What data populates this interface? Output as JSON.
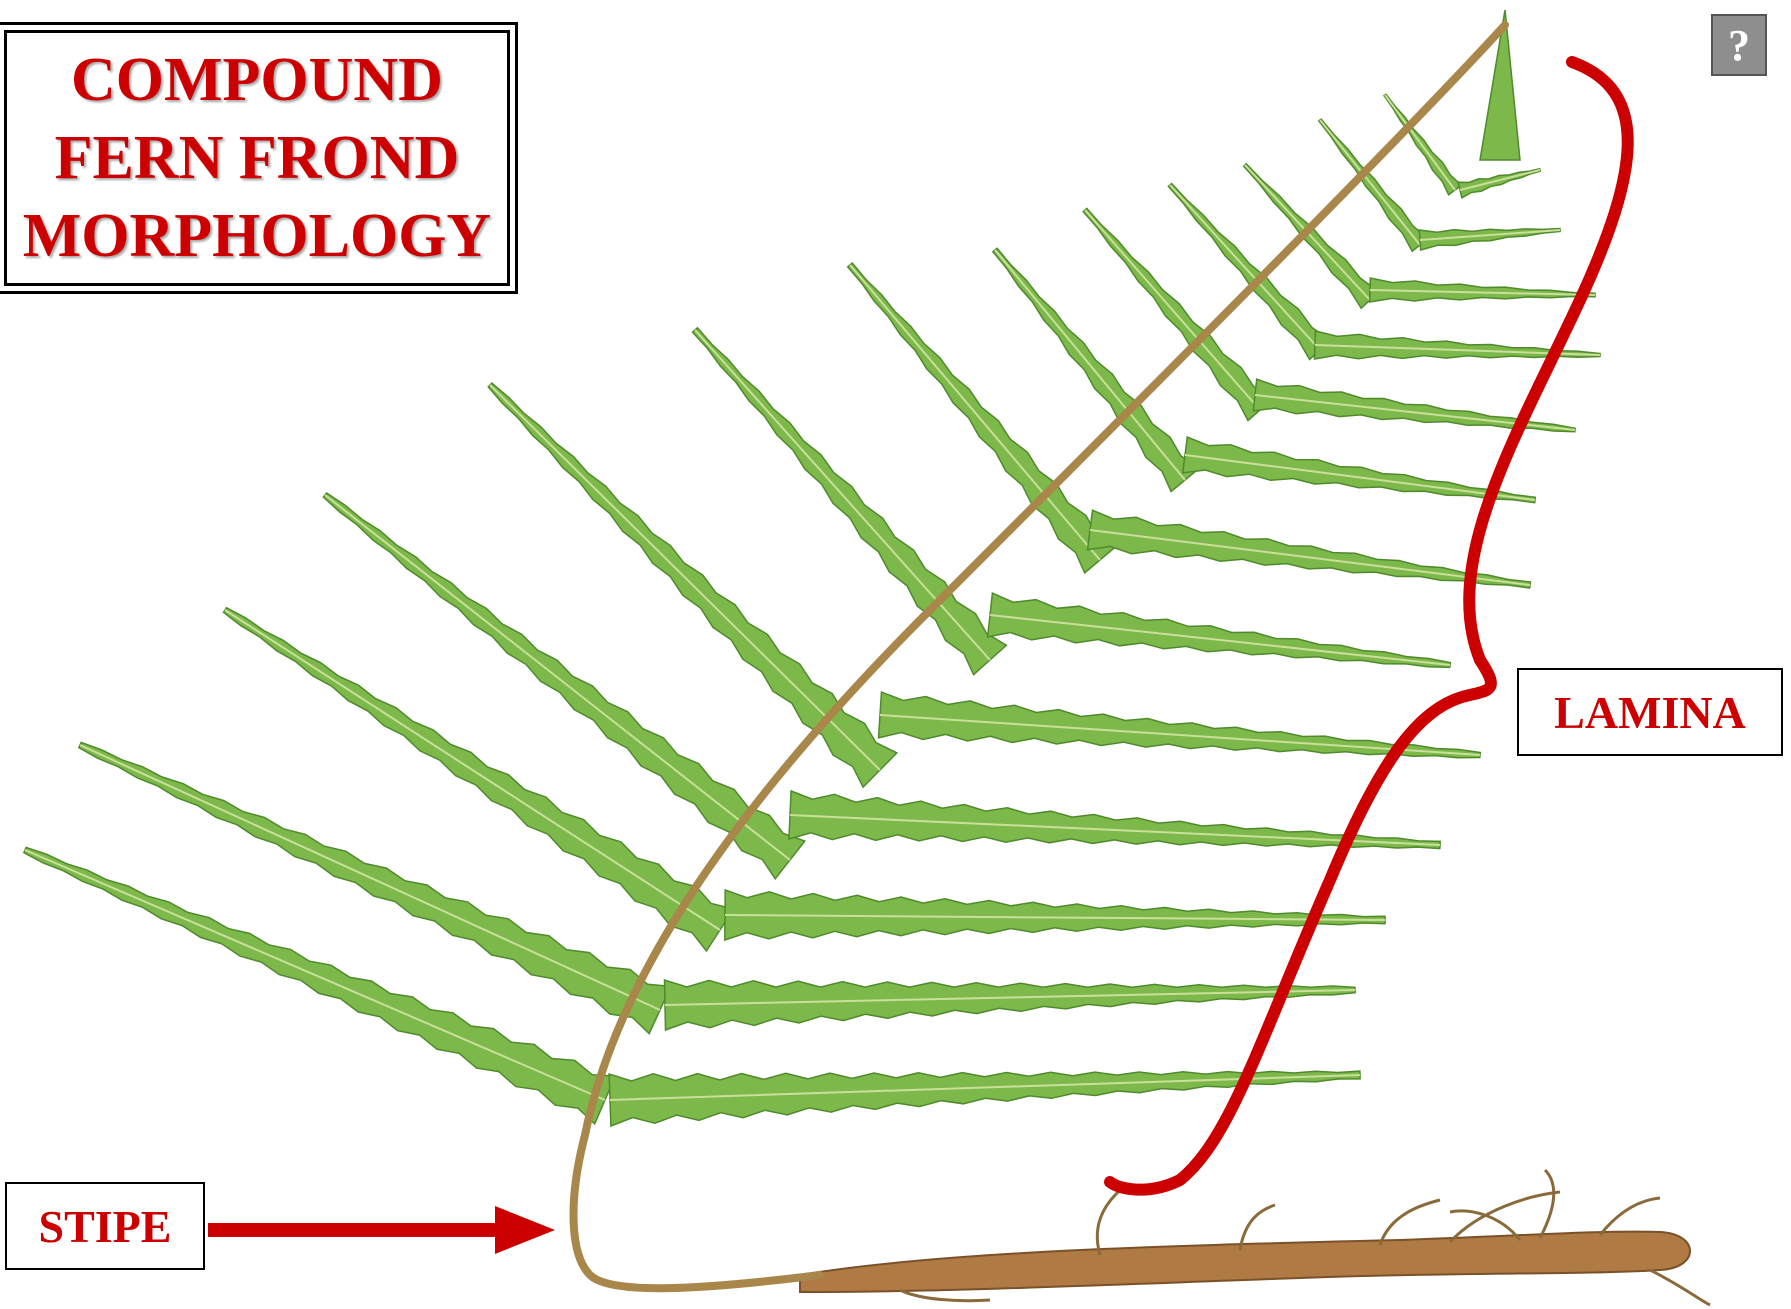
{
  "title": {
    "lines": [
      "COMPOUND",
      "FERN FROND",
      "MORPHOLOGY"
    ]
  },
  "labels": {
    "lamina": "LAMINA",
    "stipe": "STIPE"
  },
  "help_button": {
    "label": "?"
  },
  "colors": {
    "label_red": "#cc0000",
    "leaf_green": "#7cb84a",
    "leaf_dark": "#4f8a2c",
    "stem_brown": "#a9874a",
    "rhizome_brown": "#b07a45",
    "help_gray": "#8e8e8e"
  },
  "icons": {
    "help": "question-mark-icon",
    "stipe_pointer": "arrow-right-icon",
    "lamina_bracket": "curly-brace-icon"
  }
}
